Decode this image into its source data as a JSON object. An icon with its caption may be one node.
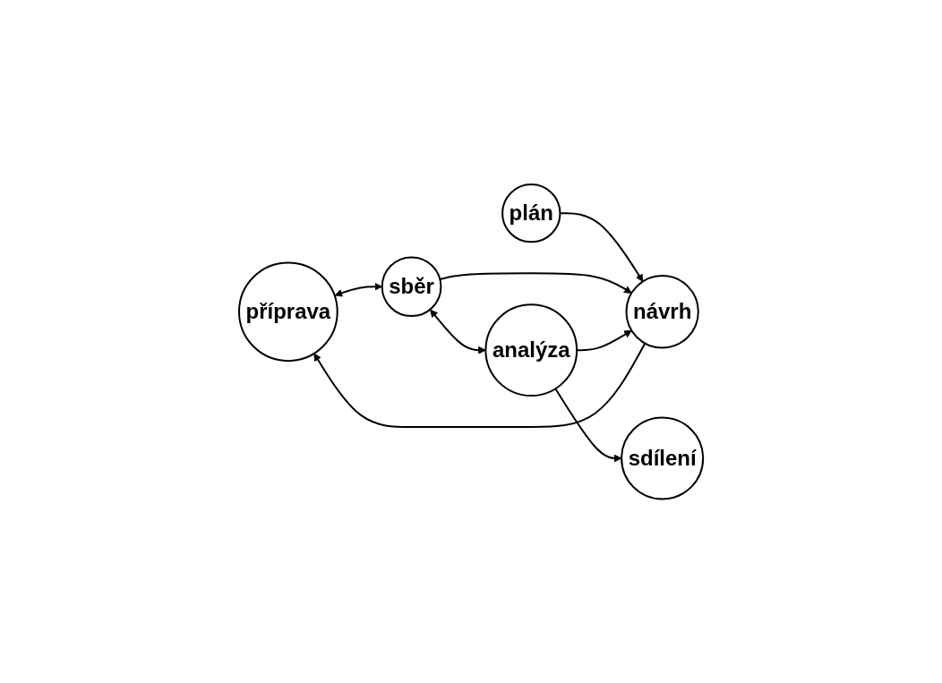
{
  "diagram": {
    "nodes": [
      {
        "text": [
          "příprava"
        ]
      },
      {
        "text": [
          "plán"
        ]
      },
      {
        "text": [
          "návrh"
        ]
      },
      {
        "text": [
          "sběr"
        ]
      },
      {
        "text": [
          "sdílení"
        ]
      },
      {
        "text": [
          "analýza"
        ]
      }
    ],
    "edges": [
      {
        "from": 1,
        "to": 2,
        "arrow": "to"
      },
      {
        "from": 2,
        "to": 0,
        "arrow": "to"
      },
      {
        "from": 0,
        "to": 3,
        "arrow": "both"
      },
      {
        "from": 3,
        "to": 2,
        "arrow": "to"
      },
      {
        "from": 3,
        "to": 5,
        "arrow": "both"
      },
      {
        "from": 5,
        "to": 2,
        "arrow": "to"
      },
      {
        "from": 5,
        "to": 4,
        "arrow": "to"
      }
    ]
  }
}
